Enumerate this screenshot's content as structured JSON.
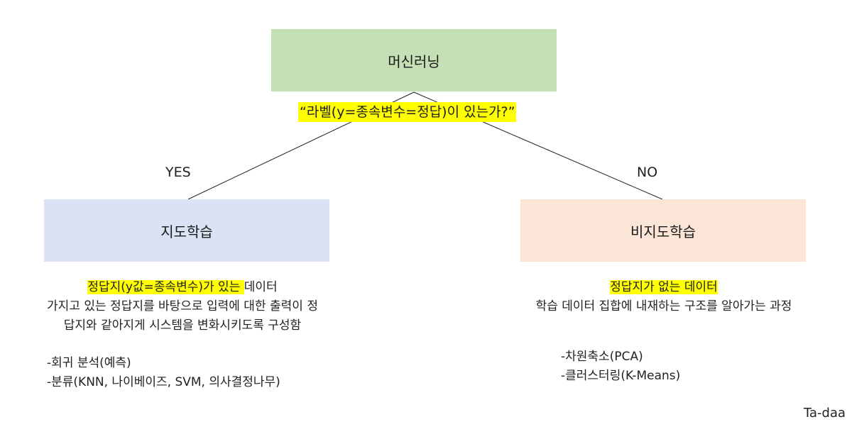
{
  "root": {
    "label": "머신러닝",
    "color": "#c5e0b4"
  },
  "question": "“라벨(y=종속변수=정답)이 있는가?”",
  "branches": {
    "yes": "YES",
    "no": "NO"
  },
  "supervised": {
    "label": "지도학습",
    "color": "#dae3f3",
    "highlight": "정답지(y값=종속변수)가 있는 ",
    "highlight_rest": "데이터",
    "desc_line2": "가지고 있는 정답지를 바탕으로 입력에 대한 출력이 정",
    "desc_line3": "답지와 같아지게 시스템을 변화시키도록 구성함",
    "items": [
      "-회귀 분석(예측)",
      "-분류(KNN, 나이베이즈, SVM, 의사결정나무)"
    ]
  },
  "unsupervised": {
    "label": "비지도학습",
    "color": "#fbe5d6",
    "highlight": "정답지가 없는 데이터",
    "desc_line2": "학습 데이터 집합에 내재하는 구조를 알아가는 과정",
    "items": [
      "-차원축소(PCA)",
      "-클러스터링(K-Means)"
    ]
  },
  "footer": "Ta-daa",
  "highlight_color": "#ffff00"
}
